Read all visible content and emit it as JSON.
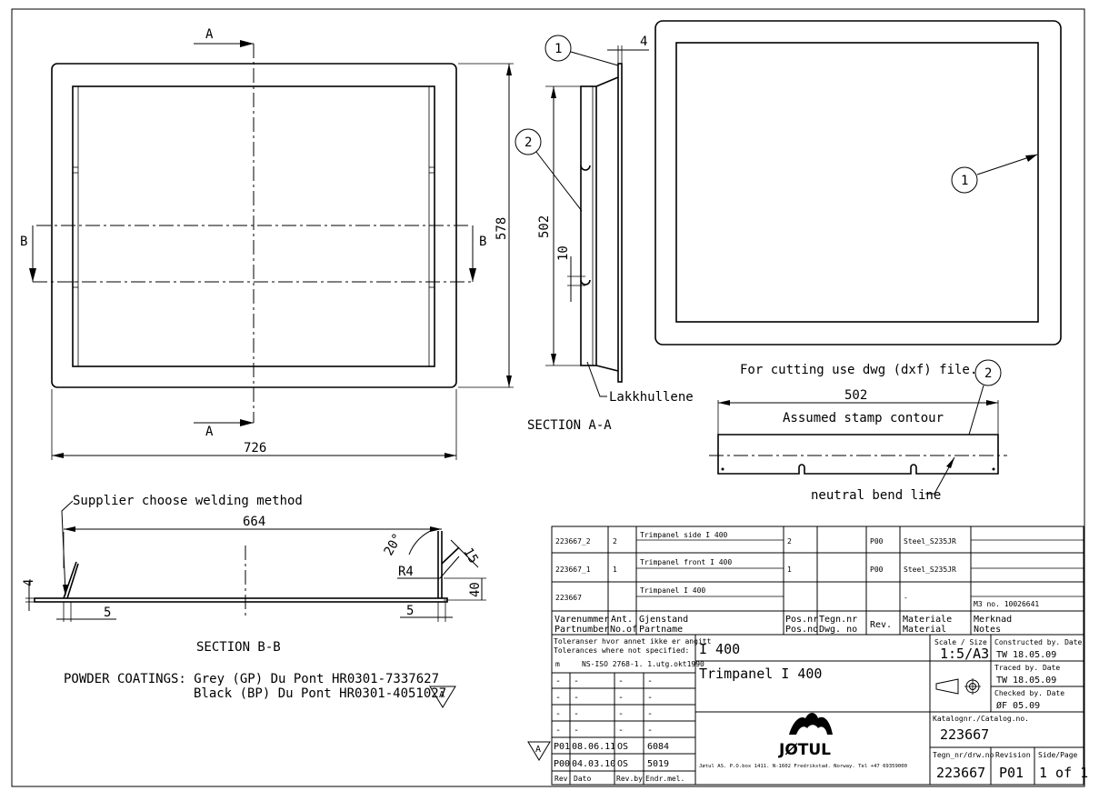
{
  "drawing": {
    "dims": {
      "width_726": "726",
      "height_578": "578",
      "bb_664": "664",
      "bb_5_left": "5",
      "bb_5_right": "5",
      "bb_4": "4",
      "bb_40": "40",
      "bb_15": "15",
      "bb_r4": "R4",
      "bb_angle": "20°",
      "aa_4": "4",
      "aa_502": "502",
      "aa_10": "10",
      "flat_502": "502"
    },
    "section_marks": {
      "A": "A",
      "B": "B"
    },
    "balloons": {
      "one": "1",
      "two": "2"
    },
    "labels": {
      "section_aa": "SECTION  A-A",
      "section_bb": "SECTION  B-B",
      "lakkhullene": "Lakkhullene",
      "welding": "Supplier choose welding method",
      "cutting": "For cutting use dwg (dxf) file.",
      "stamp": "Assumed stamp contour",
      "bend": "neutral bend line",
      "powder_1": "POWDER COATINGS: Grey (GP) Du Pont HR0301-7337627",
      "powder_2": "Black (BP) Du Pont HR0301-4051027",
      "rev_triangle": "A"
    }
  },
  "title_block": {
    "parts": [
      {
        "number": "223667_2",
        "qty": "2",
        "name": "Trimpanel side I 400",
        "pos": "2",
        "dwg": "",
        "rev": "P00",
        "material": "Steel_S235JR",
        "notes": ""
      },
      {
        "number": "223667_1",
        "qty": "1",
        "name": "Trimpanel front I 400",
        "pos": "1",
        "dwg": "",
        "rev": "P00",
        "material": "Steel_S235JR",
        "notes": ""
      },
      {
        "number": "223667",
        "qty": "",
        "name": "Trimpanel I 400",
        "pos": "",
        "dwg": "",
        "rev": "",
        "material": "-",
        "notes": "M3 no. 10026641"
      }
    ],
    "headers": {
      "varenummer": "Varenummer",
      "partnumber": "Partnumber",
      "ant": "Ant.",
      "noof": "No.of",
      "gjenstand": "Gjenstand",
      "partname": "Partname",
      "posnr": "Pos.nr",
      "posno": "Pos.no",
      "tegnnr": "Tegn.nr",
      "dwgno": "Dwg. no",
      "rev": "Rev.",
      "materiale": "Materiale",
      "material": "Material",
      "merknad": "Merknad",
      "notes": "Notes"
    },
    "tolerances": {
      "line1": "Toleranser hvor annet ikke er angitt",
      "line2": "Tolerances where not specified:",
      "class": "m",
      "std": "NS-ISO 2768-1. 1.utg.okt1990"
    },
    "revisions": [
      {
        "rev": "-",
        "date": "-",
        "by": "-",
        "ecn": "-"
      },
      {
        "rev": "-",
        "date": "-",
        "by": "-",
        "ecn": "-"
      },
      {
        "rev": "-",
        "date": "-",
        "by": "-",
        "ecn": "-"
      },
      {
        "rev": "-",
        "date": "-",
        "by": "-",
        "ecn": "-"
      },
      {
        "rev": "P01",
        "date": "08.06.11",
        "by": "OS",
        "ecn": "6084"
      },
      {
        "rev": "P00",
        "date": "04.03.10",
        "by": "OS",
        "ecn": "5019"
      }
    ],
    "rev_headers": {
      "rev": "Rev",
      "date": "Dato",
      "by": "Rev.by",
      "ecn": "Endr.mel."
    },
    "title1": "I 400",
    "title2": "Trimpanel I 400",
    "scale_label": "Scale / Size",
    "scale_value": "1:5/A3",
    "constructed_label": "Constructed by. Date",
    "constructed_value": "TW  18.05.09",
    "traced_label": "Traced by. Date",
    "traced_value": "TW  18.05.09",
    "checked_label": "Checked by. Date",
    "checked_value": "ØF  05.09",
    "catalog_label": "Katalognr./Catalog.no.",
    "catalog_value": "223667",
    "logo_text": "JØTUL",
    "address": "Jøtul AS. P.O.box 1411. N-1602 Fredrikstad. Norway. Tel +47 69359000",
    "dwgno_label": "Tegn_nr/drw.no",
    "dwgno_value": "223667",
    "revision_label": "Revision",
    "revision_value": "P01",
    "sheet_label": "Side/Page",
    "sheet_value": "1 of 1"
  }
}
